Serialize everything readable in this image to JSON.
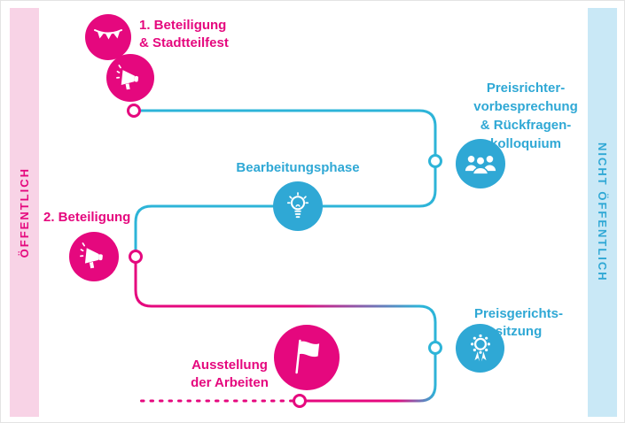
{
  "bands": {
    "left_label": "ÖFFENTLICH",
    "right_label": "NICHT ÖFFENTLICH"
  },
  "milestones": {
    "participation1": {
      "label": "1. Beteiligung\n& Stadtteilfest",
      "color": "#e5087e",
      "icons": [
        "bunting-icon",
        "megaphone-icon"
      ]
    },
    "jury_pre_meeting": {
      "label": "Preisrichter-\nvorbesprechung\n& Rückfragen-\nkolloquium",
      "color": "#2fa8d5",
      "icons": [
        "people-icon"
      ]
    },
    "work_phase": {
      "label": "Bearbeitungsphase",
      "color": "#2fa8d5",
      "icons": [
        "lightbulb-icon"
      ]
    },
    "participation2": {
      "label": "2. Beteiligung",
      "color": "#e5087e",
      "icons": [
        "megaphone-icon"
      ]
    },
    "jury_session": {
      "label": "Preisgerichts-\nsitzung",
      "color": "#2fa8d5",
      "icons": [
        "award-ribbon-icon"
      ]
    },
    "exhibition": {
      "label": "Ausstellung\nder Arbeiten",
      "color": "#e5087e",
      "icons": [
        "flag-icon"
      ]
    }
  },
  "colors": {
    "pink": "#e5087e",
    "blue": "#2fa8d5",
    "teal_line": "#2db4d8",
    "pink_band_bg": "#f8d3e6",
    "blue_band_bg": "#c9e8f6"
  },
  "connector": {
    "solid_segments": 4,
    "dashed_segment_color": "#e5087e"
  }
}
